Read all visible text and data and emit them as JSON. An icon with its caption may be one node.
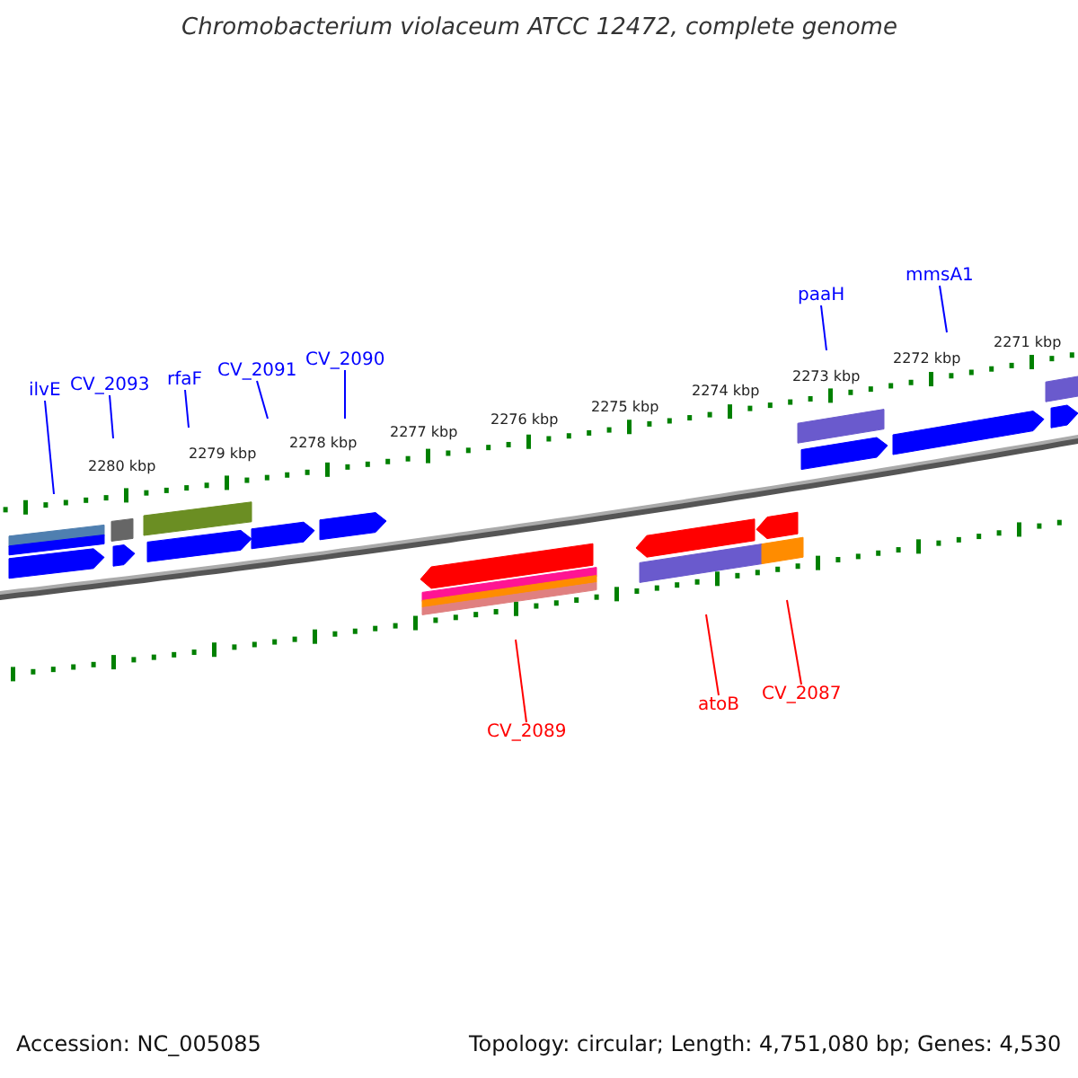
{
  "diagram": {
    "title": "Chromobacterium violaceum ATCC 12472, complete genome",
    "nodes": [
      {
        "text": [
          "ilvE"
        ]
      },
      {
        "text": [
          "CV_2093"
        ]
      },
      {
        "text": [
          "rfaF"
        ]
      },
      {
        "text": [
          "CV_2091"
        ]
      },
      {
        "text": [
          "CV_2090"
        ]
      },
      {
        "text": [
          "paaH"
        ]
      },
      {
        "text": [
          "mmsA1"
        ]
      },
      {
        "text": [
          "CV_2089"
        ]
      },
      {
        "text": [
          "atoB"
        ]
      },
      {
        "text": [
          "CV_2087"
        ]
      }
    ],
    "edges": [
      {
        "from": 0,
        "to": null,
        "arrow": "none"
      },
      {
        "from": 1,
        "to": null,
        "arrow": "none"
      },
      {
        "from": 2,
        "to": null,
        "arrow": "none"
      },
      {
        "from": 3,
        "to": null,
        "arrow": "none"
      },
      {
        "from": 4,
        "to": null,
        "arrow": "none"
      },
      {
        "from": 5,
        "to": null,
        "arrow": "none"
      },
      {
        "from": 6,
        "to": null,
        "arrow": "none"
      },
      {
        "from": 7,
        "to": null,
        "arrow": "none",
        "color": "#ff0000"
      },
      {
        "from": 8,
        "to": null,
        "arrow": "none",
        "color": "#ff0000"
      },
      {
        "from": 9,
        "to": null,
        "arrow": "none",
        "color": "#ff0000"
      }
    ],
    "labels": [
      "2271 kbp",
      "2272 kbp",
      "2273 kbp",
      "2274 kbp",
      "2275 kbp",
      "2276 kbp",
      "2277 kbp",
      "2278 kbp",
      "2279 kbp",
      "2280 kbp",
      "Accession: NC_005085",
      "Topology: circular; Length: 4,751,080 bp; Genes: 4,530"
    ]
  }
}
